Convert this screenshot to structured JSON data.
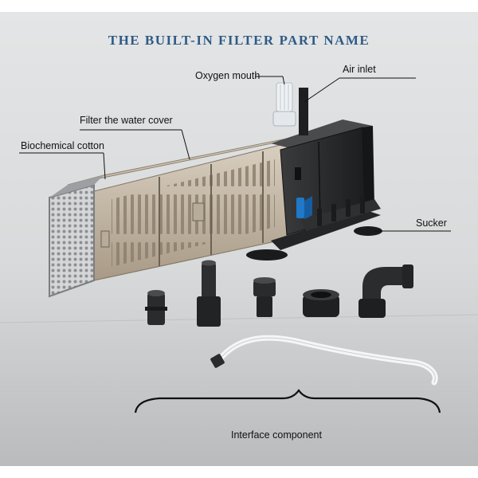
{
  "title": "THE BUILT-IN FILTER PART NAME",
  "labels": {
    "oxygen_mouth": "Oxygen mouth",
    "air_inlet": "Air inlet",
    "filter_cover": "Filter the water cover",
    "biochemical_cotton": "Biochemical cotton",
    "sucker": "Sucker",
    "interface_component": "Interface component"
  },
  "colors": {
    "title": "#2f5a86",
    "filter_body": "#cbbfae",
    "pump_head": "#2b2c2e",
    "accent_blue": "#1f78c8",
    "fittings": "#252628"
  }
}
